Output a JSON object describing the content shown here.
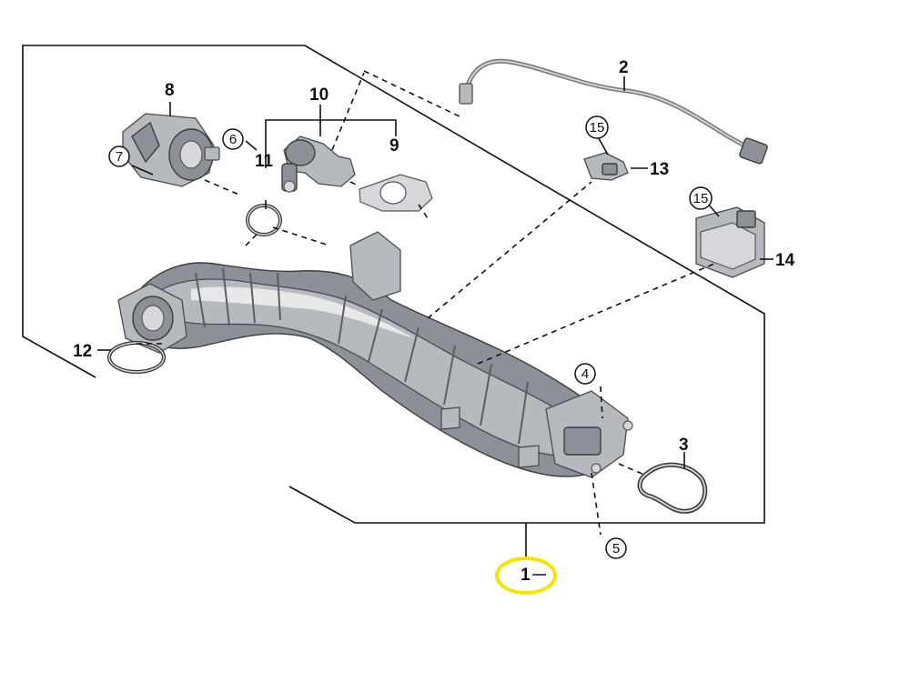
{
  "callouts": {
    "c1": "1",
    "c2": "2",
    "c3": "3",
    "c4": "4",
    "c5": "5",
    "c6": "6",
    "c7": "7",
    "c8": "8",
    "c9": "9",
    "c10": "10",
    "c11": "11",
    "c12": "12",
    "c13": "13",
    "c14": "14",
    "c15a": "15",
    "c15b": "15"
  },
  "colors": {
    "highlight_circle": "#f2e600",
    "lines": "#111111",
    "part_fill": "#8d9096"
  }
}
